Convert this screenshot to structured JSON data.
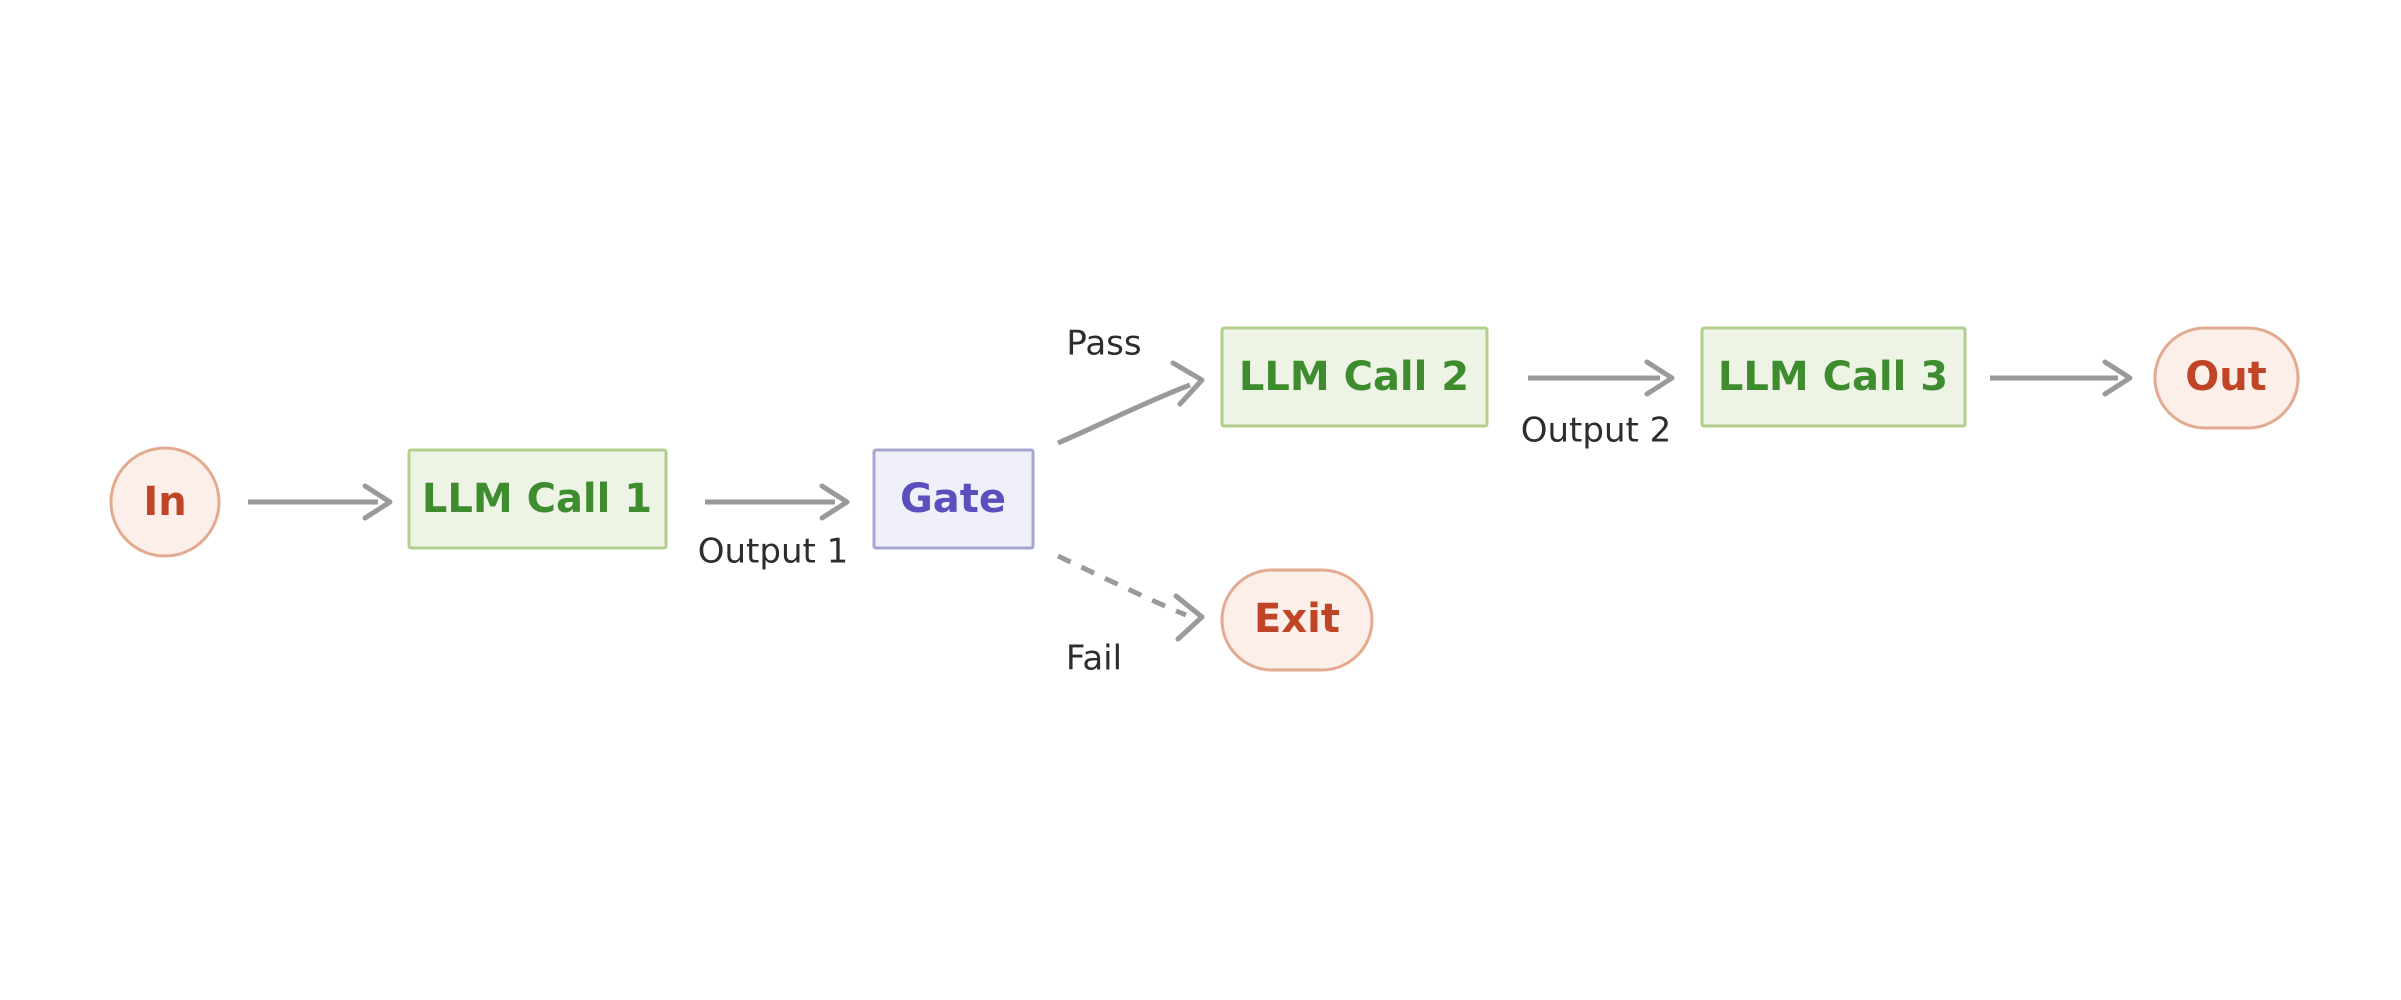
{
  "diagram": {
    "type": "flowchart",
    "title": "",
    "background_color": "#ffffff",
    "palette": {
      "process_fill": "#edf4e6",
      "process_stroke": "#b3cf8e",
      "process_text": "#3f8c2f",
      "gate_fill": "#f0f0f9",
      "gate_stroke": "#a6a6d2",
      "gate_text": "#5a4fbc",
      "terminal_fill": "#fcefe9",
      "terminal_stroke": "#e2ab90",
      "terminal_text": "#bf4526",
      "edge_color": "#9a9a9a",
      "edge_label_text": "#2d2d2d"
    },
    "nodes": [
      {
        "id": "in",
        "label": "In",
        "shape": "circle",
        "role": "terminal"
      },
      {
        "id": "call1",
        "label": "LLM Call 1",
        "shape": "rect",
        "role": "process"
      },
      {
        "id": "gate",
        "label": "Gate",
        "shape": "rect",
        "role": "gate"
      },
      {
        "id": "call2",
        "label": "LLM Call 2",
        "shape": "rect",
        "role": "process"
      },
      {
        "id": "exit",
        "label": "Exit",
        "shape": "stadium",
        "role": "terminal"
      },
      {
        "id": "call3",
        "label": "LLM Call 3",
        "shape": "rect",
        "role": "process"
      },
      {
        "id": "out",
        "label": "Out",
        "shape": "stadium",
        "role": "terminal"
      }
    ],
    "edges": [
      {
        "id": "e1",
        "from": "in",
        "to": "call1",
        "label": "",
        "style": "solid"
      },
      {
        "id": "e2",
        "from": "call1",
        "to": "gate",
        "label": "Output 1",
        "style": "solid"
      },
      {
        "id": "e3",
        "from": "gate",
        "to": "call2",
        "label": "Pass",
        "style": "solid"
      },
      {
        "id": "e4",
        "from": "gate",
        "to": "exit",
        "label": "Fail",
        "style": "dashed"
      },
      {
        "id": "e5",
        "from": "call2",
        "to": "call3",
        "label": "Output 2",
        "style": "solid"
      },
      {
        "id": "e6",
        "from": "call3",
        "to": "out",
        "label": "",
        "style": "solid"
      }
    ],
    "labels": {
      "node_in": "In",
      "node_call1": "LLM Call 1",
      "node_gate": "Gate",
      "node_call2": "LLM Call 2",
      "node_exit": "Exit",
      "node_call3": "LLM Call 3",
      "node_out": "Out",
      "edge_output1": "Output 1",
      "edge_output2": "Output 2",
      "edge_pass": "Pass",
      "edge_fail": "Fail"
    }
  }
}
